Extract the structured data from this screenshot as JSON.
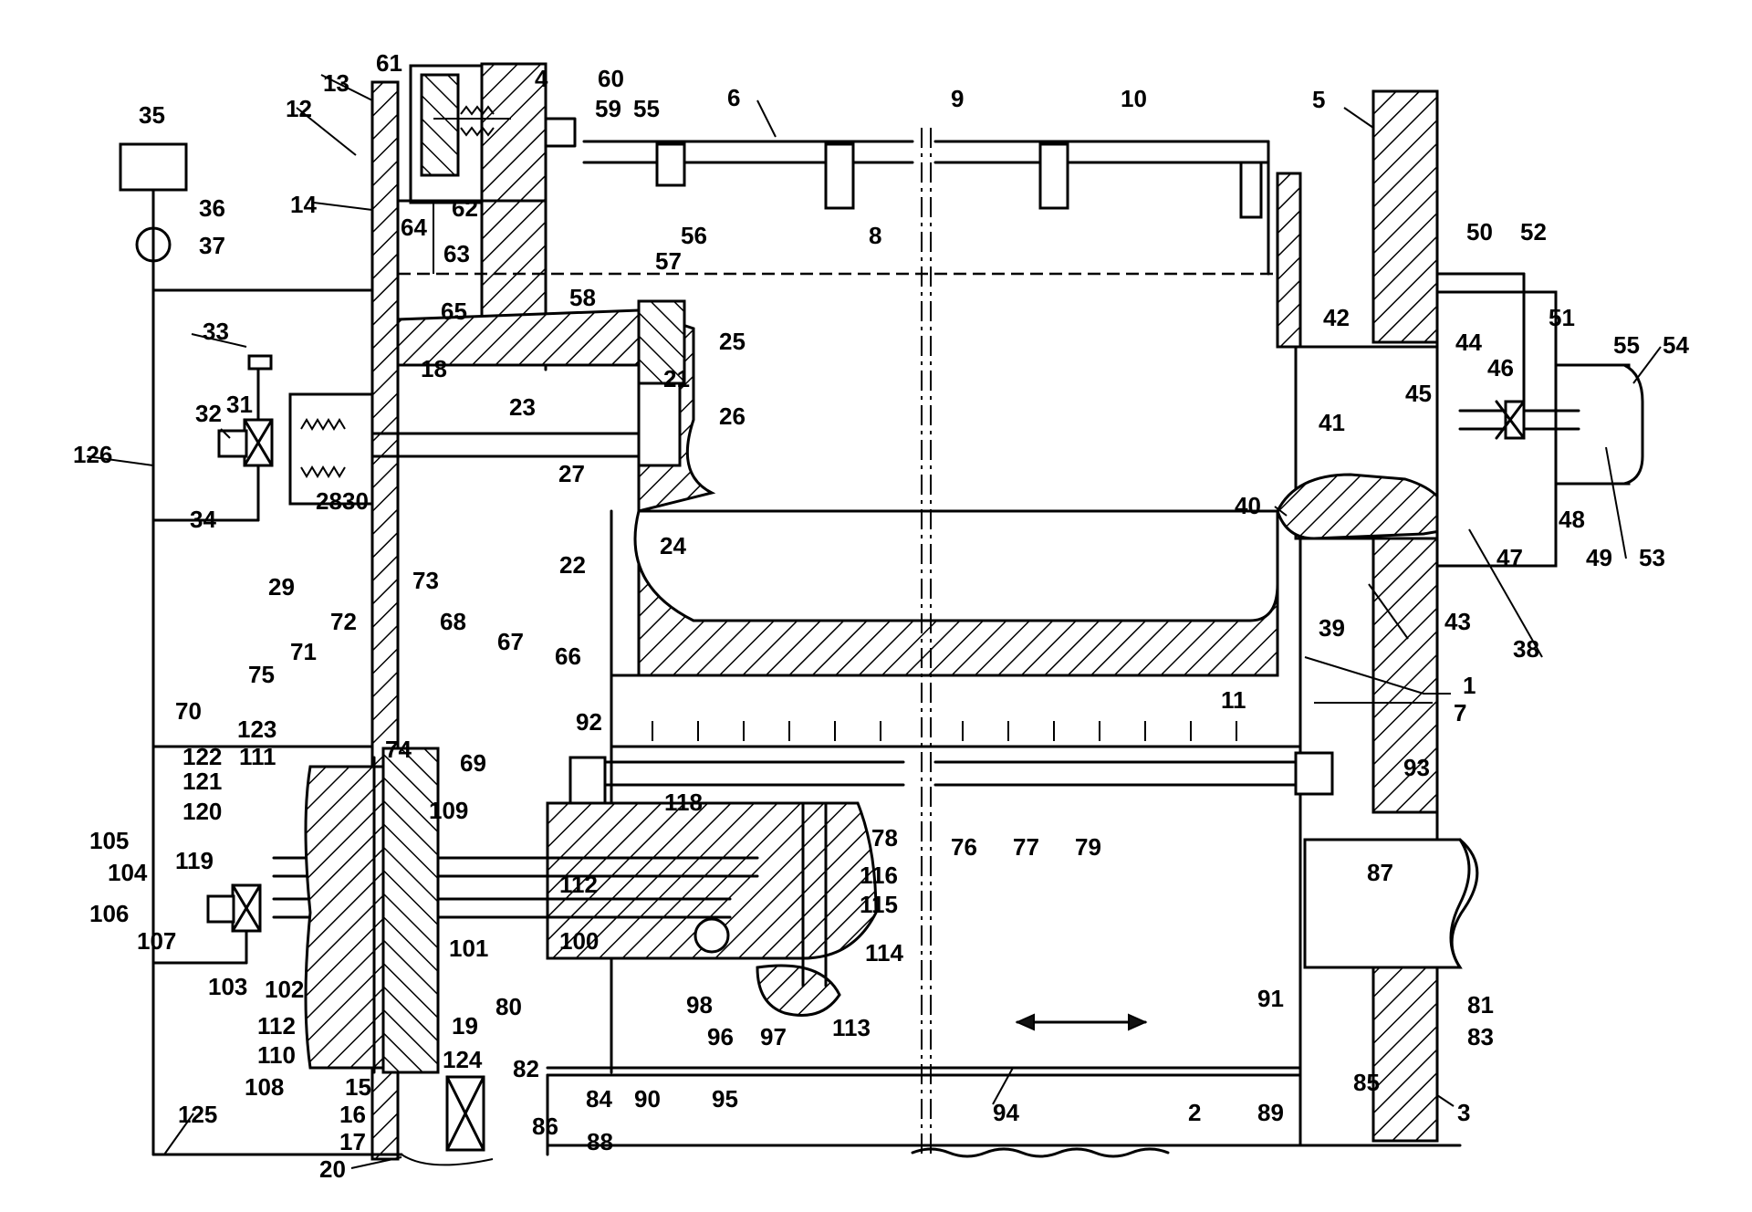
{
  "labels": [
    {
      "id": "1",
      "text": "1"
    },
    {
      "id": "2",
      "text": "2"
    },
    {
      "id": "3",
      "text": "3"
    },
    {
      "id": "4",
      "text": "4"
    },
    {
      "id": "5",
      "text": "5"
    },
    {
      "id": "6",
      "text": "6"
    },
    {
      "id": "7",
      "text": "7"
    },
    {
      "id": "8",
      "text": "8"
    },
    {
      "id": "9",
      "text": "9"
    },
    {
      "id": "10",
      "text": "10"
    },
    {
      "id": "11",
      "text": "11"
    },
    {
      "id": "12",
      "text": "12"
    },
    {
      "id": "13",
      "text": "13"
    },
    {
      "id": "14",
      "text": "14"
    },
    {
      "id": "15",
      "text": "15"
    },
    {
      "id": "16",
      "text": "16"
    },
    {
      "id": "17",
      "text": "17"
    },
    {
      "id": "18",
      "text": "18"
    },
    {
      "id": "19",
      "text": "19"
    },
    {
      "id": "20",
      "text": "20"
    },
    {
      "id": "21",
      "text": "21"
    },
    {
      "id": "22",
      "text": "22"
    },
    {
      "id": "23",
      "text": "23"
    },
    {
      "id": "24",
      "text": "24"
    },
    {
      "id": "25",
      "text": "25"
    },
    {
      "id": "26",
      "text": "26"
    },
    {
      "id": "27",
      "text": "27"
    },
    {
      "id": "28",
      "text": "28"
    },
    {
      "id": "29",
      "text": "29"
    },
    {
      "id": "30",
      "text": "30"
    },
    {
      "id": "31",
      "text": "31"
    },
    {
      "id": "32",
      "text": "32"
    },
    {
      "id": "33",
      "text": "33"
    },
    {
      "id": "34",
      "text": "34"
    },
    {
      "id": "35",
      "text": "35"
    },
    {
      "id": "36",
      "text": "36"
    },
    {
      "id": "37",
      "text": "37"
    },
    {
      "id": "38",
      "text": "38"
    },
    {
      "id": "39",
      "text": "39"
    },
    {
      "id": "40",
      "text": "40"
    },
    {
      "id": "41",
      "text": "41"
    },
    {
      "id": "42",
      "text": "42"
    },
    {
      "id": "43",
      "text": "43"
    },
    {
      "id": "44",
      "text": "44"
    },
    {
      "id": "45",
      "text": "45"
    },
    {
      "id": "46",
      "text": "46"
    },
    {
      "id": "47",
      "text": "47"
    },
    {
      "id": "48",
      "text": "48"
    },
    {
      "id": "49",
      "text": "49"
    },
    {
      "id": "50",
      "text": "50"
    },
    {
      "id": "51",
      "text": "51"
    },
    {
      "id": "52",
      "text": "52"
    },
    {
      "id": "53",
      "text": "53"
    },
    {
      "id": "54",
      "text": "54"
    },
    {
      "id": "55a",
      "text": "55"
    },
    {
      "id": "55b",
      "text": "55"
    },
    {
      "id": "56",
      "text": "56"
    },
    {
      "id": "57",
      "text": "57"
    },
    {
      "id": "58",
      "text": "58"
    },
    {
      "id": "59",
      "text": "59"
    },
    {
      "id": "60",
      "text": "60"
    },
    {
      "id": "61",
      "text": "61"
    },
    {
      "id": "62",
      "text": "62"
    },
    {
      "id": "63",
      "text": "63"
    },
    {
      "id": "64",
      "text": "64"
    },
    {
      "id": "65",
      "text": "65"
    },
    {
      "id": "66",
      "text": "66"
    },
    {
      "id": "67",
      "text": "67"
    },
    {
      "id": "68",
      "text": "68"
    },
    {
      "id": "69",
      "text": "69"
    },
    {
      "id": "70",
      "text": "70"
    },
    {
      "id": "71",
      "text": "71"
    },
    {
      "id": "72",
      "text": "72"
    },
    {
      "id": "73",
      "text": "73"
    },
    {
      "id": "74",
      "text": "74"
    },
    {
      "id": "75",
      "text": "75"
    },
    {
      "id": "76",
      "text": "76"
    },
    {
      "id": "77",
      "text": "77"
    },
    {
      "id": "78",
      "text": "78"
    },
    {
      "id": "79",
      "text": "79"
    },
    {
      "id": "80",
      "text": "80"
    },
    {
      "id": "81",
      "text": "81"
    },
    {
      "id": "82",
      "text": "82"
    },
    {
      "id": "83",
      "text": "83"
    },
    {
      "id": "84",
      "text": "84"
    },
    {
      "id": "85",
      "text": "85"
    },
    {
      "id": "86",
      "text": "86"
    },
    {
      "id": "87",
      "text": "87"
    },
    {
      "id": "88",
      "text": "88"
    },
    {
      "id": "89",
      "text": "89"
    },
    {
      "id": "90",
      "text": "90"
    },
    {
      "id": "91",
      "text": "91"
    },
    {
      "id": "92",
      "text": "92"
    },
    {
      "id": "93",
      "text": "93"
    },
    {
      "id": "94",
      "text": "94"
    },
    {
      "id": "95",
      "text": "95"
    },
    {
      "id": "96",
      "text": "96"
    },
    {
      "id": "97",
      "text": "97"
    },
    {
      "id": "98",
      "text": "98"
    },
    {
      "id": "100",
      "text": "100"
    },
    {
      "id": "101",
      "text": "101"
    },
    {
      "id": "102",
      "text": "102"
    },
    {
      "id": "103",
      "text": "103"
    },
    {
      "id": "104",
      "text": "104"
    },
    {
      "id": "105",
      "text": "105"
    },
    {
      "id": "106",
      "text": "106"
    },
    {
      "id": "107",
      "text": "107"
    },
    {
      "id": "108",
      "text": "108"
    },
    {
      "id": "109",
      "text": "109"
    },
    {
      "id": "110",
      "text": "110"
    },
    {
      "id": "111",
      "text": "111"
    },
    {
      "id": "112a",
      "text": "112"
    },
    {
      "id": "112b",
      "text": "112"
    },
    {
      "id": "113",
      "text": "113"
    },
    {
      "id": "114",
      "text": "114"
    },
    {
      "id": "115",
      "text": "115"
    },
    {
      "id": "116",
      "text": "116"
    },
    {
      "id": "118",
      "text": "118"
    },
    {
      "id": "119",
      "text": "119"
    },
    {
      "id": "120",
      "text": "120"
    },
    {
      "id": "121",
      "text": "121"
    },
    {
      "id": "122",
      "text": "122"
    },
    {
      "id": "123",
      "text": "123"
    },
    {
      "id": "124",
      "text": "124"
    },
    {
      "id": "125",
      "text": "125"
    },
    {
      "id": "126",
      "text": "126"
    }
  ]
}
